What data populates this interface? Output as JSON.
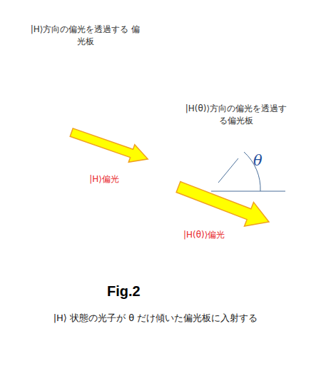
{
  "diagram": {
    "title": "Fig.2",
    "caption": "|H⟩ 状態の光子が θ だけ傾いた偏光板に入射する",
    "nodes": [
      {
        "text": [
          "|H⟩方向の偏光を透過する 偏光板"
        ]
      },
      {
        "text": [
          "|H(θ)⟩方向の偏光を透過する偏光板"
        ]
      }
    ],
    "edges": [
      {
        "from": 0,
        "to": 1,
        "arrow": "to",
        "label": "|H⟩偏光"
      }
    ],
    "labels": [
      "|H(θ)⟩偏光",
      "θ"
    ]
  }
}
